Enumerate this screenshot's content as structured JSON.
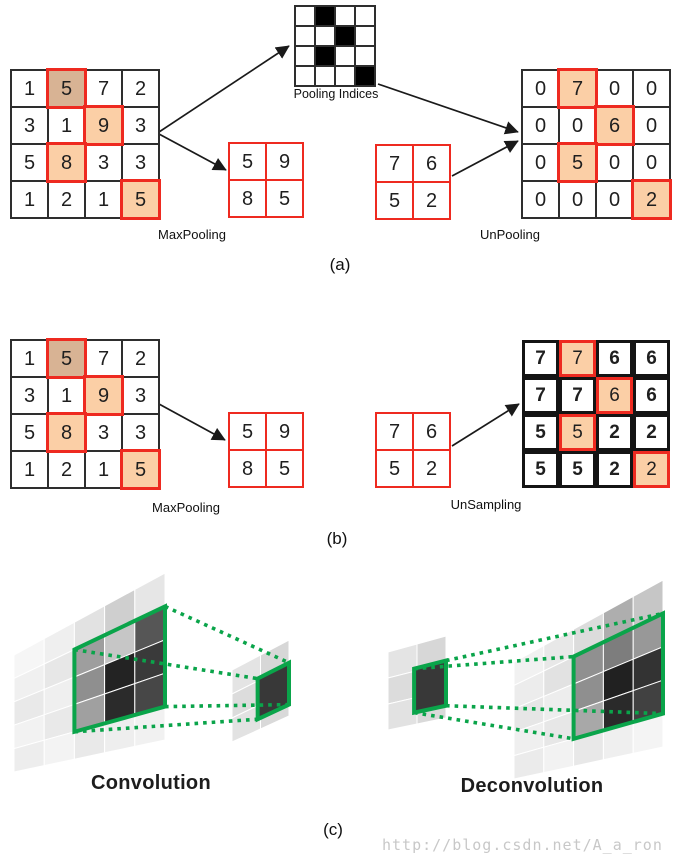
{
  "colors": {
    "grid_line": "#2e2e2e",
    "red": "#ee2a20",
    "peach": "#fbcfa6",
    "tan": "#d8b394",
    "green": "#0aa44a",
    "arrow": "#1a1a1a",
    "watermark": "#c8c8c8",
    "kernel_fill": "#383838"
  },
  "panel_a": {
    "caption": "(a)",
    "input_grid": {
      "values": [
        [
          "1",
          "5",
          "7",
          "2"
        ],
        [
          "3",
          "1",
          "9",
          "3"
        ],
        [
          "5",
          "8",
          "3",
          "3"
        ],
        [
          "1",
          "2",
          "1",
          "5"
        ]
      ],
      "highlights": [
        [
          0,
          1
        ],
        [
          1,
          2
        ],
        [
          2,
          1
        ],
        [
          3,
          3
        ]
      ],
      "tan_cells": [
        [
          0,
          1
        ]
      ]
    },
    "indices_label": "Pooling Indices",
    "indices_black": [
      [
        0,
        1
      ],
      [
        1,
        2
      ],
      [
        2,
        1
      ],
      [
        3,
        3
      ]
    ],
    "maxpool_label": "MaxPooling",
    "pooled_values": [
      [
        "5",
        "9"
      ],
      [
        "8",
        "5"
      ]
    ],
    "unpool_input_values": [
      [
        "7",
        "6"
      ],
      [
        "5",
        "2"
      ]
    ],
    "unpool_label": "UnPooling",
    "output_values": [
      [
        "0",
        "7",
        "0",
        "0"
      ],
      [
        "0",
        "0",
        "6",
        "0"
      ],
      [
        "0",
        "5",
        "0",
        "0"
      ],
      [
        "0",
        "0",
        "0",
        "2"
      ]
    ],
    "output_highlights": [
      [
        0,
        1
      ],
      [
        1,
        2
      ],
      [
        2,
        1
      ],
      [
        3,
        3
      ]
    ]
  },
  "panel_b": {
    "caption": "(b)",
    "input_grid": {
      "values": [
        [
          "1",
          "5",
          "7",
          "2"
        ],
        [
          "3",
          "1",
          "9",
          "3"
        ],
        [
          "5",
          "8",
          "3",
          "3"
        ],
        [
          "1",
          "2",
          "1",
          "5"
        ]
      ],
      "highlights": [
        [
          0,
          1
        ],
        [
          1,
          2
        ],
        [
          2,
          1
        ],
        [
          3,
          3
        ]
      ],
      "tan_cells": [
        [
          0,
          1
        ]
      ]
    },
    "maxpool_label": "MaxPooling",
    "pooled_values": [
      [
        "5",
        "9"
      ],
      [
        "8",
        "5"
      ]
    ],
    "unsample_input_values": [
      [
        "7",
        "6"
      ],
      [
        "5",
        "2"
      ]
    ],
    "unsample_label": "UnSampling",
    "output_values": [
      [
        "7",
        "7",
        "6",
        "6"
      ],
      [
        "7",
        "7",
        "6",
        "6"
      ],
      [
        "5",
        "5",
        "2",
        "2"
      ],
      [
        "5",
        "5",
        "2",
        "2"
      ]
    ],
    "output_highlights": [
      [
        0,
        1
      ],
      [
        1,
        2
      ],
      [
        2,
        1
      ],
      [
        3,
        3
      ]
    ]
  },
  "panel_c": {
    "caption": "(c)",
    "convolution": {
      "label": "Convolution",
      "big_shades": [
        [
          "#f6f6f6",
          "#efefef",
          "#e2e2e2",
          "#cfcfcf",
          "#e6e6e6"
        ],
        [
          "#f0f0f0",
          "#e7e7e7",
          "#9e9e9e",
          "#c6c6c6",
          "#565656"
        ],
        [
          "#e9e9e9",
          "#efefef",
          "#8f8f8f",
          "#232323",
          "#3a3a3a"
        ],
        [
          "#f2f2f2",
          "#e9e9e9",
          "#a0a0a0",
          "#2b2b2b",
          "#474747"
        ],
        [
          "#ededed",
          "#f3f3f3",
          "#e9e9e9",
          "#eeeeee",
          "#f1f1f1"
        ]
      ],
      "small_shades": [
        [
          "#e4e4e4",
          "#d7d7d7"
        ],
        [
          "#dcdcdc",
          "#d0d0d0"
        ],
        [
          "#e2e2e2",
          "#d9d9d9"
        ]
      ]
    },
    "deconvolution": {
      "label": "Deconvolution",
      "big_shades": [
        [
          "#f1f1f1",
          "#e8e8e8",
          "#dcdcdc",
          "#aeaeae",
          "#c6c6c6"
        ],
        [
          "#ececec",
          "#e2e2e2",
          "#909090",
          "#7d7d7d",
          "#989898"
        ],
        [
          "#e6e6e6",
          "#ededed",
          "#8f8f8f",
          "#212121",
          "#333333"
        ],
        [
          "#efefef",
          "#e7e7e7",
          "#a8a8a8",
          "#2a2a2a",
          "#414141"
        ],
        [
          "#ebebeb",
          "#f2f2f2",
          "#e8e8e8",
          "#efefef",
          "#f4f4f4"
        ]
      ],
      "small_shades": [
        [
          "#e4e4e4",
          "#d7d7d7"
        ],
        [
          "#dcdcdc",
          "#d0d0d0"
        ],
        [
          "#e2e2e2",
          "#d9d9d9"
        ]
      ]
    }
  },
  "watermark": "http://blog.csdn.net/A_a_ron"
}
